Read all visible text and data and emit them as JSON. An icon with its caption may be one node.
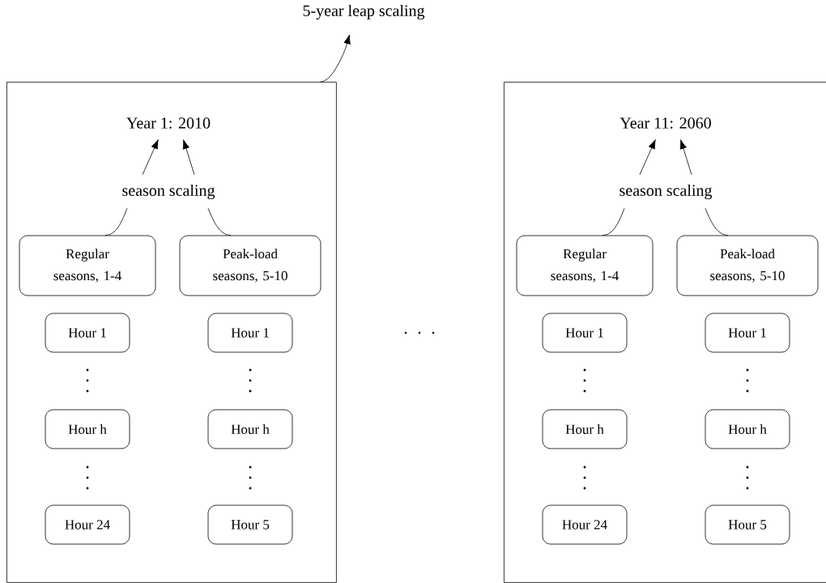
{
  "diagram": {
    "nodes": [
      {
        "text": [
          "5-year leap scaling"
        ]
      },
      {
        "text": [],
        "shape": "box"
      },
      {
        "text": [
          "Year 1: 2010"
        ],
        "in": 1
      },
      {
        "text": [
          "season scaling"
        ],
        "in": 1
      },
      {
        "text": [
          "Regular seasons, 1-4"
        ],
        "in": 1
      },
      {
        "text": [
          "Peak-load seasons, 5-10"
        ],
        "in": 1
      },
      {
        "text": [
          "Hour 1"
        ],
        "in": 1
      },
      {
        "text": [
          "Hour 1"
        ],
        "in": 1
      },
      {
        "text": [
          "Hour h"
        ],
        "in": 1
      },
      {
        "text": [
          "Hour h"
        ],
        "in": 1
      },
      {
        "text": [
          "Hour 24"
        ],
        "in": 1
      },
      {
        "text": [
          "Hour 5"
        ],
        "in": 1
      },
      {
        "text": [],
        "shape": "box"
      },
      {
        "text": [
          "Year 11: 2060"
        ],
        "in": 12
      },
      {
        "text": [
          "season scaling"
        ],
        "in": 12
      },
      {
        "text": [
          "Regular seasons, 1-4"
        ],
        "in": 12
      },
      {
        "text": [
          "Peak-load seasons, 5-10"
        ],
        "in": 12
      },
      {
        "text": [
          "Hour 1"
        ],
        "in": 12
      },
      {
        "text": [
          "Hour 1"
        ],
        "in": 12
      },
      {
        "text": [
          "Hour h"
        ],
        "in": 12
      },
      {
        "text": [
          "Hour h"
        ],
        "in": 12
      },
      {
        "text": [
          "Hour 24"
        ],
        "in": 12
      },
      {
        "text": [
          "Hour 5"
        ],
        "in": 12
      }
    ],
    "edges": [
      {
        "from": 1,
        "to": 0,
        "arrow": "to"
      },
      {
        "from": 3,
        "to": 2,
        "arrow": "to"
      },
      {
        "from": 3,
        "to": 2,
        "arrow": "to"
      },
      {
        "from": 4,
        "to": 3,
        "arrow": "none"
      },
      {
        "from": 5,
        "to": 3,
        "arrow": "none"
      },
      {
        "from": 14,
        "to": 13,
        "arrow": "to"
      },
      {
        "from": 14,
        "to": 13,
        "arrow": "to"
      },
      {
        "from": 15,
        "to": 14,
        "arrow": "none"
      },
      {
        "from": 16,
        "to": 14,
        "arrow": "none"
      }
    ]
  }
}
